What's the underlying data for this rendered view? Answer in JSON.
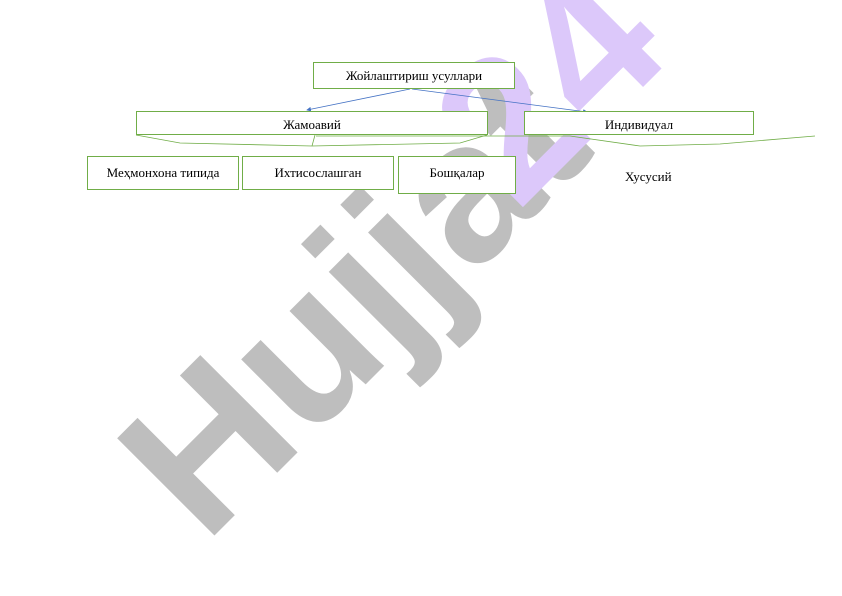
{
  "diagram": {
    "root": {
      "label": "Жойлаштириш усуллари"
    },
    "level1": [
      {
        "label": "Жамоавий"
      },
      {
        "label": "Индивидуал"
      }
    ],
    "level2": [
      {
        "label": "Меҳмонхона типида"
      },
      {
        "label": "Ихтисослашган"
      },
      {
        "label": "Бошқалар"
      },
      {
        "label": "Хусусий"
      }
    ]
  },
  "watermark": {
    "text": "Hujjat 24",
    "word": "Hujjat",
    "number": "24",
    "colors": {
      "word": "#bebebe",
      "number": "#dcc8fa"
    }
  },
  "colors": {
    "box_border": "#70ad47",
    "arrow": "#4472c4"
  }
}
